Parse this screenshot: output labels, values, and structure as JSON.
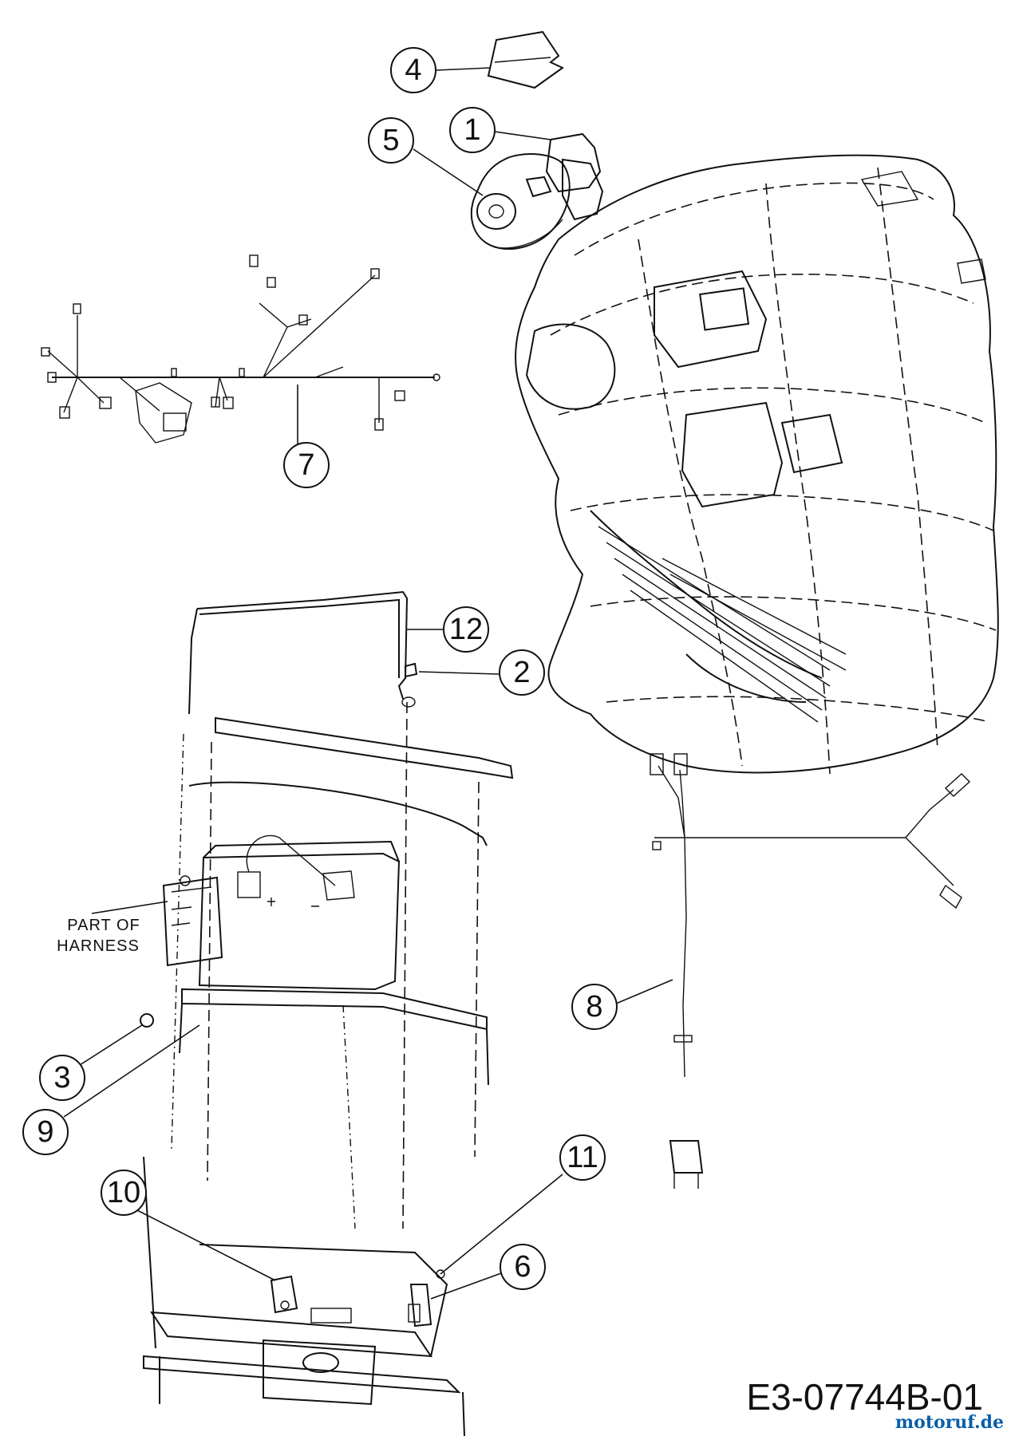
{
  "callouts": [
    {
      "id": "c1",
      "label": "1"
    },
    {
      "id": "c2",
      "label": "2"
    },
    {
      "id": "c3",
      "label": "3"
    },
    {
      "id": "c4",
      "label": "4"
    },
    {
      "id": "c5",
      "label": "5"
    },
    {
      "id": "c6",
      "label": "6"
    },
    {
      "id": "c7",
      "label": "7"
    },
    {
      "id": "c8",
      "label": "8"
    },
    {
      "id": "c9",
      "label": "9"
    },
    {
      "id": "c10",
      "label": "10"
    },
    {
      "id": "c11",
      "label": "11"
    },
    {
      "id": "c12",
      "label": "12"
    }
  ],
  "note": {
    "line1": "PART OF",
    "line2": "HARNESS"
  },
  "drawing_code": "E3-07744B-01",
  "watermark": "motoruf.de"
}
